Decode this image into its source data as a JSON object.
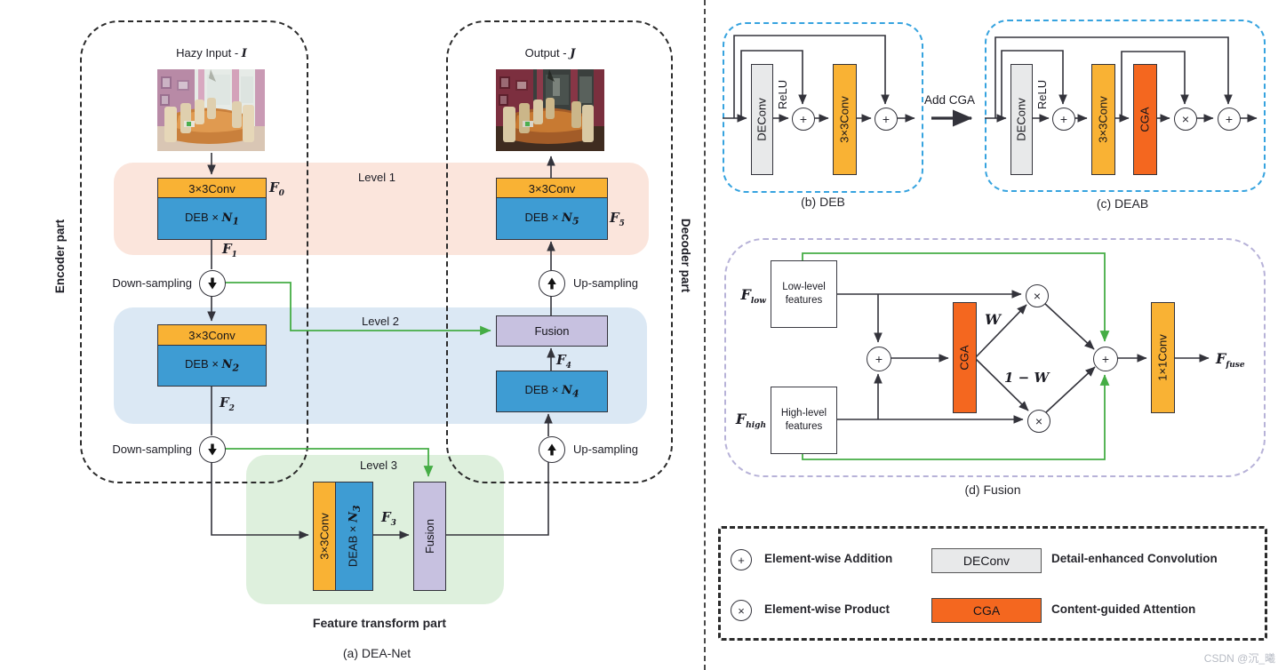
{
  "colors": {
    "conv_yellow": "#f9b234",
    "deb_blue": "#3e9cd3",
    "cga_orange": "#f4671f",
    "deconv_gray": "#e8e9ea",
    "fusion_purple": "#c7c1e0",
    "level1_band": "#fbe5dc",
    "level2_band": "#dbe8f4",
    "level3_band": "#def0dd",
    "green_arrow": "#45ad45",
    "dash_blue": "#36a3df",
    "dash_purple": "#b7b2d8"
  },
  "panel_a": {
    "caption": "(a) DEA-Net",
    "encoder_label": "Encoder part",
    "decoder_label": "Decoder part",
    "feature_transform_label": "Feature transform part",
    "hazy_input_prefix": "Hazy Input - ",
    "hazy_input_var": "I",
    "output_prefix": "Output - ",
    "output_var": "J",
    "level1": "Level 1",
    "level2": "Level 2",
    "level3": "Level 3",
    "down_sampling": "Down-sampling",
    "up_sampling": "Up-sampling",
    "conv3x3": "3×3Conv",
    "deb_prefix": "DEB × ",
    "deab_prefix": "DEAB × ",
    "deb_var": "N",
    "n1": "1",
    "n2": "2",
    "n3": "3",
    "n4": "4",
    "n5": "5",
    "fusion": "Fusion",
    "f_base": "F",
    "f0": "0",
    "f1": "1",
    "f2": "2",
    "f3": "3",
    "f4": "4",
    "f5": "5"
  },
  "panel_b": {
    "caption": "(b) DEB",
    "deconv": "DEConv",
    "relu": "ReLU",
    "conv": "3×3Conv",
    "plus": "+",
    "add_cga": "Add CGA"
  },
  "panel_c": {
    "caption": "(c) DEAB",
    "deconv": "DEConv",
    "relu": "ReLU",
    "conv": "3×3Conv",
    "cga": "CGA",
    "plus": "+",
    "times": "×"
  },
  "panel_d": {
    "caption": "(d) Fusion",
    "f_low_base": "F",
    "f_low_sub": "low",
    "f_high_base": "F",
    "f_high_sub": "high",
    "f_fuse_base": "F",
    "f_fuse_sub": "fuse",
    "low_line1": "Low-level",
    "low_line2": "features",
    "high_line1": "High-level",
    "high_line2": "features",
    "plus": "+",
    "times": "×",
    "cga": "CGA",
    "conv": "1×1Conv",
    "w": "W",
    "one_minus_w": "1 − W"
  },
  "legend": {
    "row1": {
      "symbol": "+",
      "label": "Element-wise Addition",
      "box": "DEConv",
      "description": "Detail-enhanced Convolution"
    },
    "row2": {
      "symbol": "×",
      "label": "Element-wise Product",
      "box": "CGA",
      "description": "Content-guided Attention"
    }
  },
  "watermark": "CSDN @沉_曦"
}
